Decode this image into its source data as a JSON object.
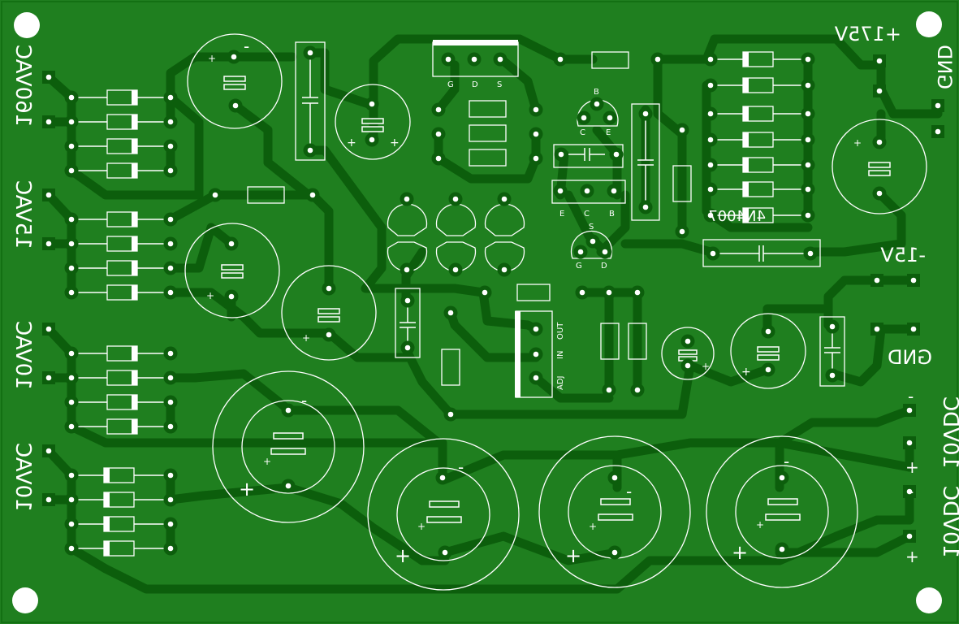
{
  "board": {
    "background": "#1f7f1f",
    "trace_color": "#0c5e0c",
    "pad_color": "#ffffff",
    "silk_color": "#ffffff",
    "body_fill": "#ffffff"
  },
  "labels": {
    "ac_160": "160VAC",
    "ac_15": "15VAC",
    "ac_10a": "10VAC",
    "ac_10b": "10VAC",
    "v_plus175": "+175V",
    "gnd_top": "GND",
    "v_minus15": "-15V",
    "gnd_mid": "GND",
    "vdc_a": "10VDC",
    "vdc_b": "10VDC",
    "vdc_a_minus": "-",
    "vdc_a_plus": "+",
    "vdc_b_minus": "-",
    "vdc_b_plus": "+",
    "diode_part": "4N4007",
    "mosfet_g": "G",
    "mosfet_d": "D",
    "mosfet_s": "S",
    "tr_b": "B",
    "tr_c": "C",
    "tr_e": "E",
    "tr2_e": "E",
    "tr2_c": "C",
    "tr2_b": "B",
    "small_s": "S",
    "small_g": "G",
    "small_d": "D",
    "reg_out": "OUT",
    "reg_in": "IN",
    "reg_adj": "ADJ",
    "plus": "+",
    "minus": "-"
  }
}
